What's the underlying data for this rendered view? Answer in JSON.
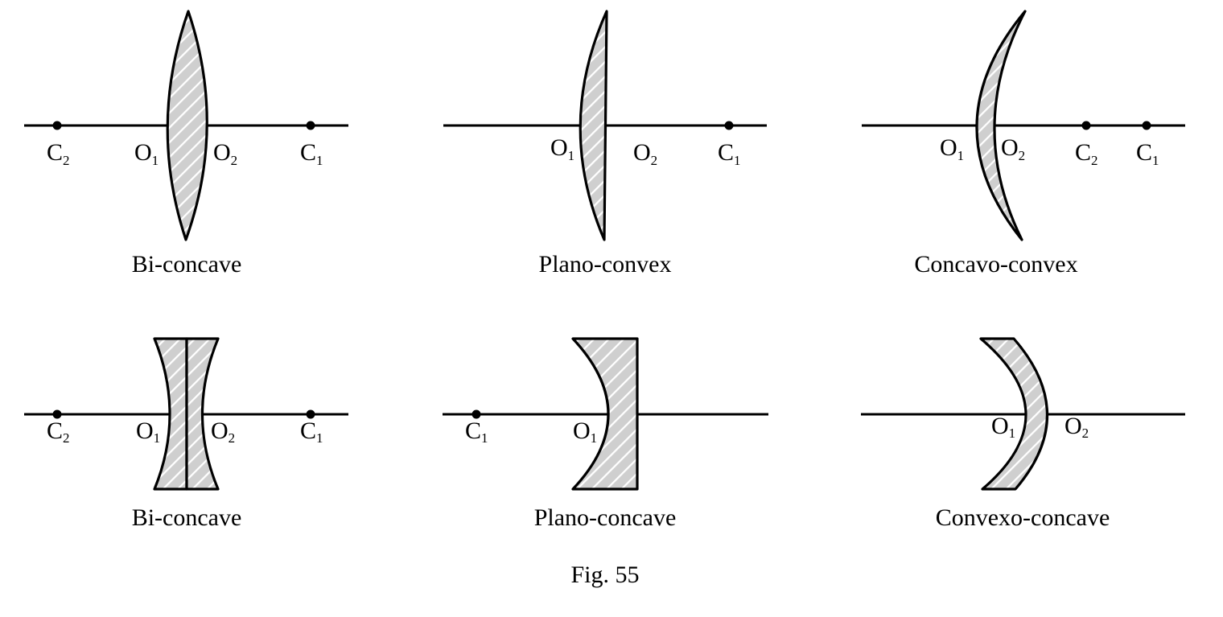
{
  "figure_label": "Fig. 55",
  "rows": [
    {
      "id": "convex",
      "lenses": [
        {
          "caption": "Bi-concave",
          "points": [
            {
              "letter": "C",
              "sub": "2",
              "dot": true
            },
            {
              "letter": "O",
              "sub": "1",
              "dot": false
            },
            {
              "letter": "O",
              "sub": "2",
              "dot": false
            },
            {
              "letter": "C",
              "sub": "1",
              "dot": true
            }
          ]
        },
        {
          "caption": "Plano-convex",
          "points": [
            {
              "letter": "O",
              "sub": "1",
              "dot": false
            },
            {
              "letter": "O",
              "sub": "2",
              "dot": false
            },
            {
              "letter": "C",
              "sub": "1",
              "dot": true
            }
          ]
        },
        {
          "caption": "Concavo-convex",
          "points": [
            {
              "letter": "O",
              "sub": "1",
              "dot": false
            },
            {
              "letter": "O",
              "sub": "2",
              "dot": false
            },
            {
              "letter": "C",
              "sub": "2",
              "dot": true
            },
            {
              "letter": "C",
              "sub": "1",
              "dot": true
            }
          ]
        }
      ]
    },
    {
      "id": "concave",
      "lenses": [
        {
          "caption": "Bi-concave",
          "points": [
            {
              "letter": "C",
              "sub": "2",
              "dot": true
            },
            {
              "letter": "O",
              "sub": "1",
              "dot": false
            },
            {
              "letter": "O",
              "sub": "2",
              "dot": false
            },
            {
              "letter": "C",
              "sub": "1",
              "dot": true
            }
          ]
        },
        {
          "caption": "Plano-concave",
          "points": [
            {
              "letter": "C",
              "sub": "1",
              "dot": true
            },
            {
              "letter": "O",
              "sub": "1",
              "dot": false
            }
          ]
        },
        {
          "caption": "Convexo-concave",
          "points": [
            {
              "letter": "O",
              "sub": "1",
              "dot": false
            },
            {
              "letter": "O",
              "sub": "2",
              "dot": false
            }
          ]
        }
      ]
    }
  ]
}
